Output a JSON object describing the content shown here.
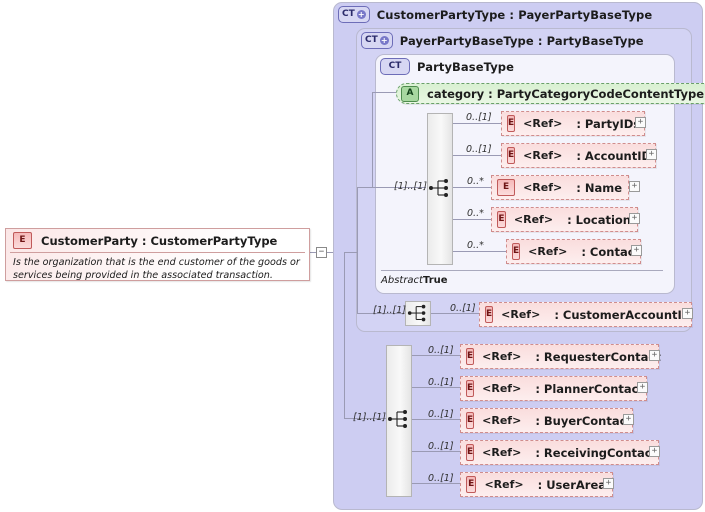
{
  "diagram": {
    "kind": "xml-schema-diagram",
    "root_element": {
      "icon": "element-icon",
      "badge": "E",
      "title": "CustomerParty : CustomerPartyType",
      "documentation": "Is the organization that is the end customer of the goods or services being provided in the associated transaction.",
      "toggle": "−"
    },
    "containers": [
      {
        "badge": "CT",
        "plus": "+",
        "title": "CustomerPartyType : PayerPartyBaseType"
      },
      {
        "badge": "CT",
        "plus": "+",
        "title": "PayerPartyBaseType : PartyBaseType"
      },
      {
        "badge": "CT",
        "plus": "",
        "title": "PartyBaseType"
      }
    ],
    "attribute": {
      "badge": "A",
      "title": "category : PartyCategoryCodeContentType"
    },
    "abstract": {
      "label": "Abstract",
      "value": "True"
    },
    "groups": [
      {
        "name": "party-base-sequence",
        "cardinality": "[1]..[1]",
        "items": [
          {
            "badge": "E",
            "ref": "<Ref>",
            "name": ": PartyIDs",
            "cardinality": "0..[1]",
            "toggle": "+"
          },
          {
            "badge": "E",
            "ref": "<Ref>",
            "name": ": AccountID",
            "cardinality": "0..[1]",
            "toggle": "+"
          },
          {
            "badge": "E",
            "ref": "<Ref>",
            "name": ": Name",
            "cardinality": "0..*",
            "toggle": "+"
          },
          {
            "badge": "E",
            "ref": "<Ref>",
            "name": ": Location",
            "cardinality": "0..*",
            "toggle": "+"
          },
          {
            "badge": "E",
            "ref": "<Ref>",
            "name": ": Contact",
            "cardinality": "0..*",
            "toggle": "+"
          }
        ]
      },
      {
        "name": "payer-party-sequence",
        "cardinality": "[1]..[1]",
        "items": [
          {
            "badge": "E",
            "ref": "<Ref>",
            "name": ": CustomerAccountID",
            "cardinality": "0..[1]",
            "toggle": "+"
          }
        ]
      },
      {
        "name": "customer-party-sequence",
        "cardinality": "[1]..[1]",
        "items": [
          {
            "badge": "E",
            "ref": "<Ref>",
            "name": ": RequesterContact",
            "cardinality": "0..[1]",
            "toggle": "+"
          },
          {
            "badge": "E",
            "ref": "<Ref>",
            "name": ": PlannerContact",
            "cardinality": "0..[1]",
            "toggle": "+"
          },
          {
            "badge": "E",
            "ref": "<Ref>",
            "name": ": BuyerContact",
            "cardinality": "0..[1]",
            "toggle": "+"
          },
          {
            "badge": "E",
            "ref": "<Ref>",
            "name": ": ReceivingContact",
            "cardinality": "0..[1]",
            "toggle": "+"
          },
          {
            "badge": "E",
            "ref": "<Ref>",
            "name": ": UserArea",
            "cardinality": "0..[1]",
            "toggle": "+"
          }
        ]
      }
    ],
    "colors": {
      "container_outer": "#ccccf0",
      "container_inner": "#f4f4fc",
      "element_fill": "#fadddd",
      "attribute_fill": "#d9f0d2",
      "connector": "#9a9ab4"
    }
  }
}
